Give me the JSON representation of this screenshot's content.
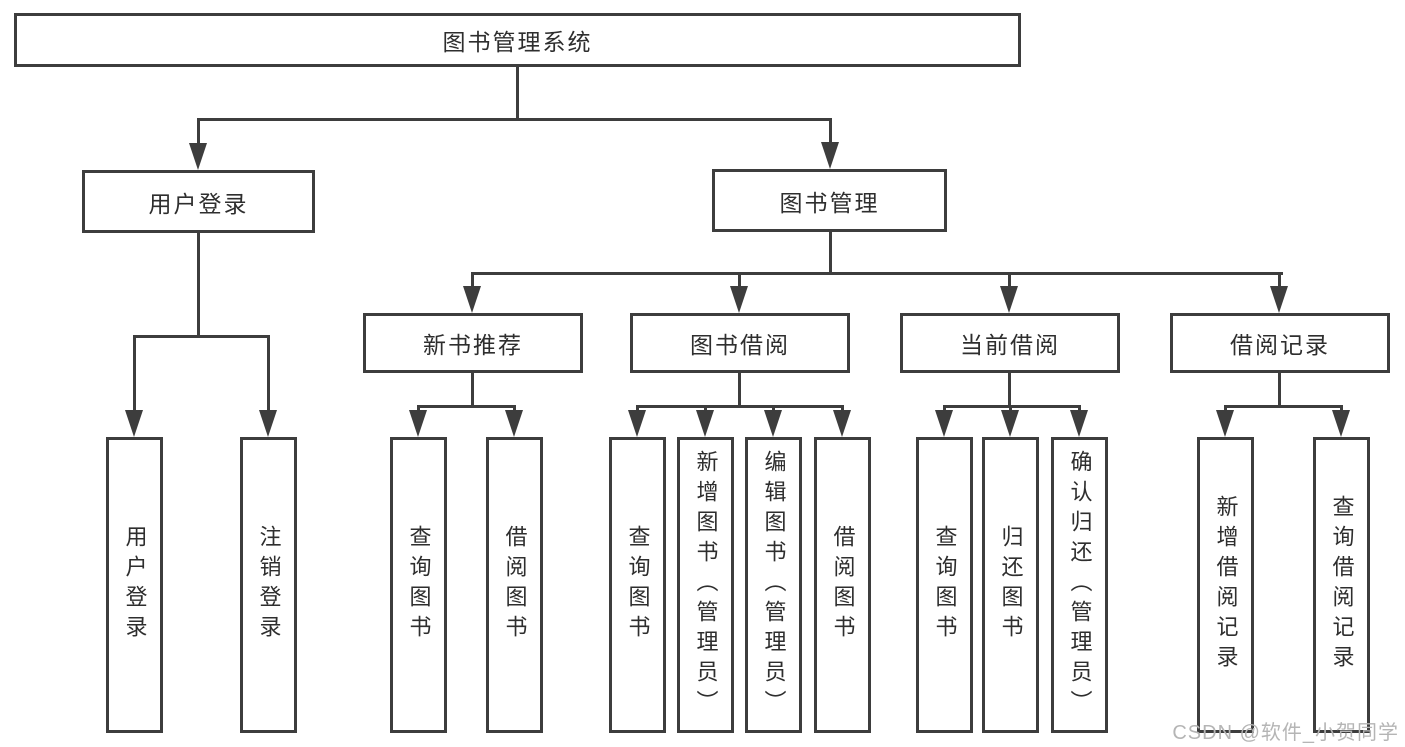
{
  "diagram": {
    "title": "图书管理系统",
    "branches": [
      {
        "label": "用户登录",
        "children": [
          {
            "label": "用户登录"
          },
          {
            "label": "注销登录"
          }
        ]
      },
      {
        "label": "图书管理",
        "children": [
          {
            "label": "新书推荐",
            "children": [
              {
                "label": "查询图书"
              },
              {
                "label": "借阅图书"
              }
            ]
          },
          {
            "label": "图书借阅",
            "children": [
              {
                "label": "查询图书"
              },
              {
                "label": "新增图书（管理员）"
              },
              {
                "label": "编辑图书（管理员）"
              },
              {
                "label": "借阅图书"
              }
            ]
          },
          {
            "label": "当前借阅",
            "children": [
              {
                "label": "查询图书"
              },
              {
                "label": "归还图书"
              },
              {
                "label": "确认归还（管理员）"
              }
            ]
          },
          {
            "label": "借阅记录",
            "children": [
              {
                "label": "新增借阅记录"
              },
              {
                "label": "查询借阅记录"
              }
            ]
          }
        ]
      }
    ]
  },
  "watermark": {
    "text": "CSDN @软件_小贺同学"
  },
  "colors": {
    "line": "#3d3d3d",
    "text": "#2e2e2e",
    "watermark": "#b5b5b5",
    "background": "#ffffff"
  }
}
